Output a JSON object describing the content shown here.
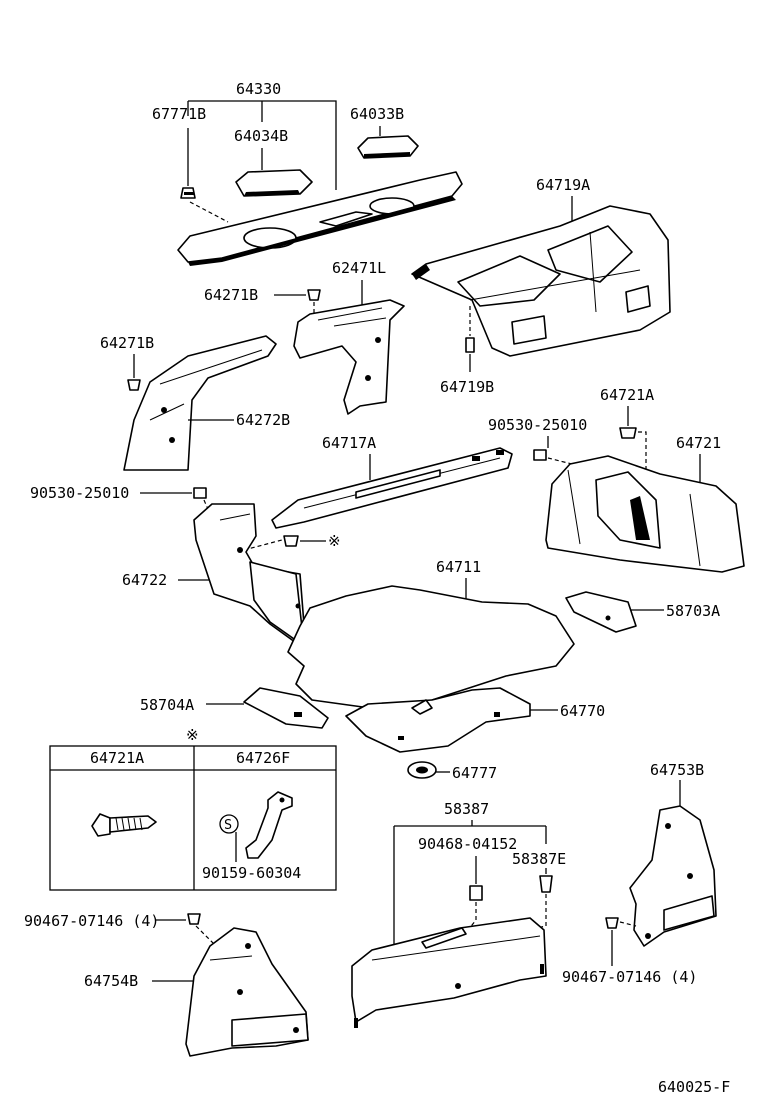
{
  "labels": {
    "p64330": "64330",
    "p67771B": "67771B",
    "p64034B": "64034B",
    "p64033B": "64033B",
    "p64719A": "64719A",
    "p62471L": "62471L",
    "p64271B_a": "64271B",
    "p64271B_b": "64271B",
    "p64272B": "64272B",
    "p64719B": "64719B",
    "p64721A": "64721A",
    "p90530_a": "90530-25010",
    "p64721": "64721",
    "p64717A": "64717A",
    "p90530_b": "90530-25010",
    "note_mark": "※",
    "p64722": "64722",
    "p64711": "64711",
    "p58703A": "58703A",
    "p58704A": "58704A",
    "p64770": "64770",
    "p64777": "64777",
    "p64753B": "64753B",
    "p58387": "58387",
    "p90468": "90468-04152",
    "p58387E": "58387E",
    "p90467_a": "90467-07146 (4)",
    "p90467_b": "90467-07146 (4)",
    "p64754B": "64754B",
    "diagram_id": "640025-F"
  },
  "inset": {
    "mark": "※",
    "col1_header": "64721A",
    "col2_header": "64726F",
    "col2_sub": "90159-60304",
    "s_mark": "S"
  }
}
